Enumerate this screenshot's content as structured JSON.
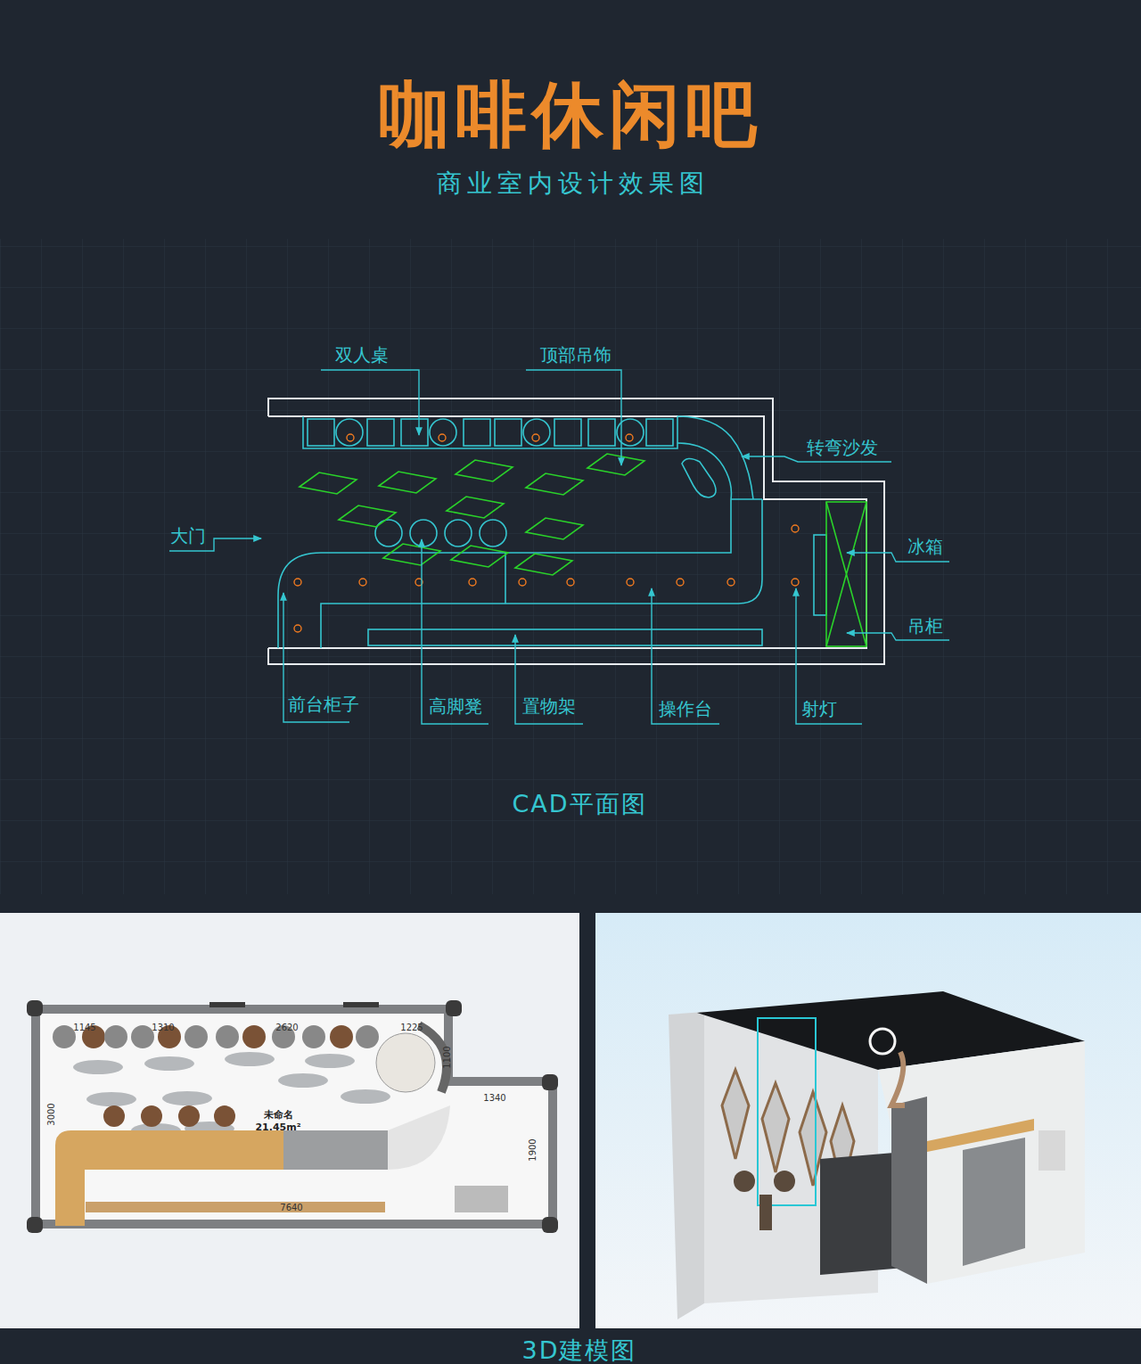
{
  "diagram": {
    "title": "咖啡休闲吧",
    "labels": [
      "商业室内设计效果图",
      "双人桌",
      "顶部吊饰",
      "转弯沙发",
      "大门",
      "冰箱",
      "吊柜",
      "前台柜子",
      "高脚凳",
      "置物架",
      "操作台",
      "射灯",
      "CAD平面图",
      "1145",
      "1310",
      "2620",
      "1225",
      "1100",
      "1340",
      "3000",
      "1900",
      "未命名",
      "21.45m²",
      "7640",
      "3D建模图"
    ]
  }
}
